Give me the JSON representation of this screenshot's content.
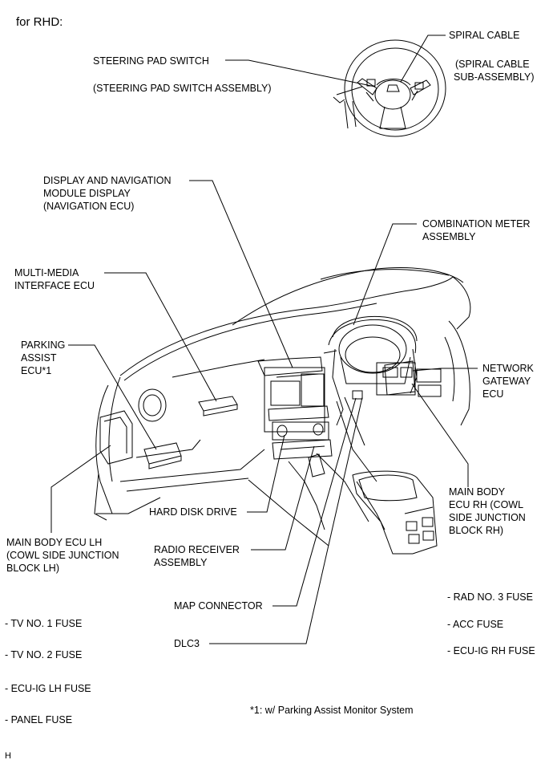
{
  "header": {
    "variant": "for RHD:"
  },
  "labels": {
    "spiral_cable": "SPIRAL CABLE",
    "spiral_cable_sub_1": "(SPIRAL CABLE",
    "spiral_cable_sub_2": "SUB-ASSEMBLY)",
    "steering_pad_switch": "STEERING PAD SWITCH",
    "steering_pad_switch_assy": "(STEERING PAD SWITCH ASSEMBLY)",
    "display_nav_1": "DISPLAY AND NAVIGATION",
    "display_nav_2": "MODULE DISPLAY",
    "display_nav_3": "(NAVIGATION ECU)",
    "combination_meter_1": "COMBINATION METER",
    "combination_meter_2": "ASSEMBLY",
    "multimedia_1": "MULTI-MEDIA",
    "multimedia_2": "INTERFACE ECU",
    "parking_assist_1": "PARKING",
    "parking_assist_2": "ASSIST",
    "parking_assist_3": "ECU*1",
    "network_gateway_1": "NETWORK",
    "network_gateway_2": "GATEWAY",
    "network_gateway_3": "ECU",
    "main_body_rh_1": "MAIN BODY",
    "main_body_rh_2": "ECU RH (COWL",
    "main_body_rh_3": "SIDE JUNCTION",
    "main_body_rh_4": "BLOCK RH)",
    "hard_disk_drive": "HARD DISK DRIVE",
    "main_body_lh_1": "MAIN BODY ECU LH",
    "main_body_lh_2": "(COWL SIDE JUNCTION",
    "main_body_lh_3": "BLOCK LH)",
    "radio_receiver_1": "RADIO RECEIVER",
    "radio_receiver_2": "ASSEMBLY",
    "map_connector": "MAP CONNECTOR",
    "dlc3": "DLC3"
  },
  "fuses_left": [
    "- TV NO. 1 FUSE",
    "- TV NO. 2 FUSE",
    "- ECU-IG LH FUSE",
    "- PANEL FUSE"
  ],
  "fuses_right": [
    "- RAD NO. 3 FUSE",
    "- ACC FUSE",
    "- ECU-IG RH FUSE"
  ],
  "footnote": "*1: w/ Parking Assist Monitor System",
  "corner_mark": "H"
}
